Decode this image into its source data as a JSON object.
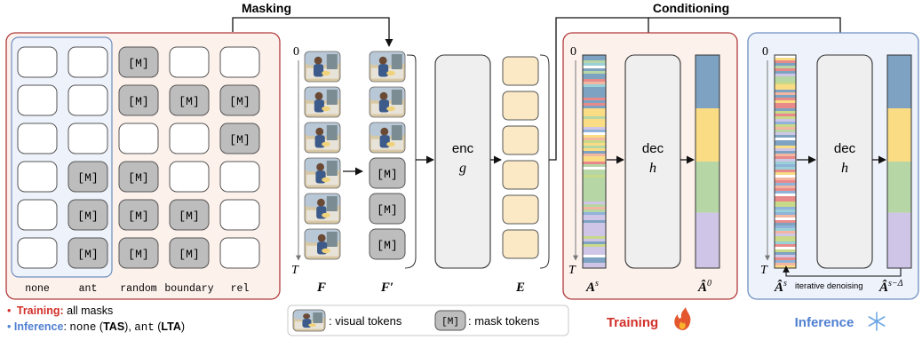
{
  "headers": {
    "masking": "Masking",
    "conditioning": "Conditioning"
  },
  "mask_token": "[M]",
  "mask_columns": [
    "none",
    "ant",
    "random",
    "boundary",
    "rel"
  ],
  "mask_grid": [
    [
      0,
      0,
      1,
      0,
      0
    ],
    [
      0,
      0,
      1,
      1,
      1
    ],
    [
      0,
      0,
      0,
      0,
      1
    ],
    [
      0,
      1,
      1,
      0,
      0
    ],
    [
      0,
      1,
      1,
      1,
      0
    ],
    [
      0,
      1,
      1,
      1,
      0
    ]
  ],
  "axis": {
    "zero": "0",
    "end": "T"
  },
  "labels": {
    "F": "F",
    "F_prime": "F′",
    "E": "E",
    "A_s": "A",
    "A_s_sup": "s",
    "A_hat_0": "Â",
    "A_hat_0_sup": "0",
    "A_hat_s": "Â",
    "A_hat_s_sup": "s",
    "A_hat_s_minus": "Â",
    "A_hat_s_minus_sup": "s−Δ"
  },
  "encoder": {
    "name": "enc",
    "symbol": "g"
  },
  "decoder": {
    "name": "dec",
    "symbol": "h"
  },
  "fmask_pattern": [
    0,
    0,
    0,
    1,
    1,
    1
  ],
  "iterative_label": "iterative denoising",
  "legend": {
    "visual": ": visual tokens",
    "mask": ": mask tokens"
  },
  "notes": {
    "training_head": "Training:",
    "training_body": " all masks",
    "inference_head": "Inference",
    "inference_body_1": ": ",
    "inference_none": "none",
    "inference_body_2": " (",
    "inference_tas": "TAS",
    "inference_body_3": "), ",
    "inference_ant": "ant",
    "inference_body_4": " (",
    "inference_lta": "LTA",
    "inference_body_5": ")"
  },
  "panel_titles": {
    "training": "Training",
    "inference": "Inference"
  },
  "colors": {
    "red_frame": "#b03a3a",
    "red_fill": "#fdf1ec",
    "blue_frame": "#6f8fbf",
    "blue_fill": "#edf2fb",
    "mask_fill": "#bdbdbd",
    "enc_fill": "#efefef",
    "token_fill": "#fbe9c6",
    "training_text": "#d2302a",
    "inference_text": "#4f7fd1",
    "seg_blue": "#7ea3c2",
    "seg_yellow": "#f9dc84",
    "seg_green": "#b6d6a6",
    "seg_purple": "#cfc5e6"
  }
}
